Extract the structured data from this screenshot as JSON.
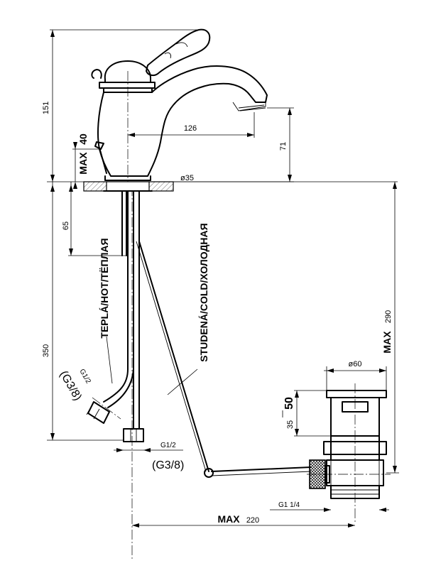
{
  "dimensions": {
    "total_height": "151",
    "max_40_max": "MAX",
    "max_40_value": "40",
    "reach": "126",
    "spout_height": "71",
    "base_diameter": "ø35",
    "shank_65": "65",
    "shank_350": "350",
    "max_290_max": "MAX",
    "max_290_value": "290",
    "waste_diameter": "ø60",
    "waste_35": "35",
    "waste_50": "50",
    "max_220_max": "MAX",
    "max_220_value": "220"
  },
  "labels": {
    "hot": "TEPLÁ/HOT/TЁПЛАЯ",
    "cold": "STUDENÁ/COLD/ХОЛОДНАЯ",
    "hot_thread": "G1/2",
    "hot_thread_alt": "(G3/8)",
    "cold_thread": "G1/2",
    "cold_thread_alt": "(G3/8)",
    "waste_thread": "G1 1/4"
  }
}
